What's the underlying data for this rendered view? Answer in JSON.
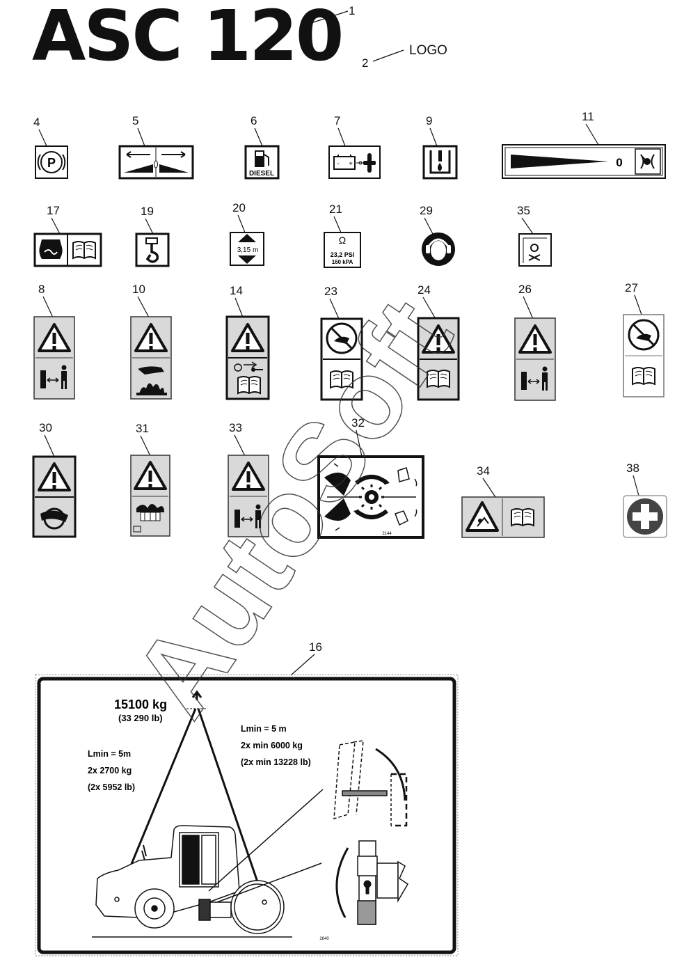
{
  "header": {
    "title": "ASC 120",
    "logo_label": "LOGO"
  },
  "callouts": [
    "1",
    "2",
    "4",
    "5",
    "6",
    "7",
    "9",
    "11",
    "17",
    "19",
    "20",
    "21",
    "29",
    "35",
    "8",
    "10",
    "14",
    "23",
    "24",
    "26",
    "27",
    "30",
    "31",
    "33",
    "32",
    "34",
    "38",
    "16"
  ],
  "decals": {
    "fuel_label": "DIESEL",
    "height_label": "3,15 m",
    "pressure_psi": "23,2 PSI",
    "pressure_kpa": "160 kPA",
    "scale_zero": "0",
    "decal32_code": "2144"
  },
  "lifting": {
    "total_weight": "15100 kg",
    "total_weight_lb": "(33 290 lb)",
    "rear": {
      "lmin": "Lmin = 5m",
      "load": "2x 2700 kg",
      "load_lb": "(2x 5952 lb)"
    },
    "front": {
      "lmin": "Lmin = 5 m",
      "load": "2x min 6000 kg",
      "load_lb": "(2x min 13228 lb)"
    },
    "code": "2640"
  },
  "watermark": "AutoSoft"
}
